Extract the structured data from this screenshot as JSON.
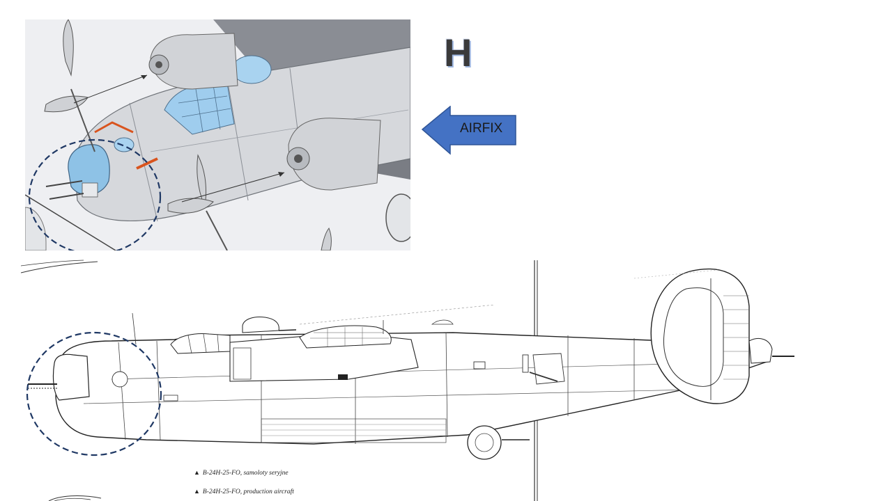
{
  "slide": {
    "title": "H",
    "arrow_label": "AIRFIX",
    "captions": {
      "polish": "B-24H-25-FO, samoloty seryjne",
      "english": "B-24H-25-FO, production aircraft",
      "bullet": "▲"
    }
  },
  "colors": {
    "arrow_fill": "#4472c4",
    "arrow_stroke": "#2f5597",
    "circle_stroke": "#1f3864",
    "glass_blue": "#8ec2e6",
    "accent_orange": "#d9541e"
  }
}
